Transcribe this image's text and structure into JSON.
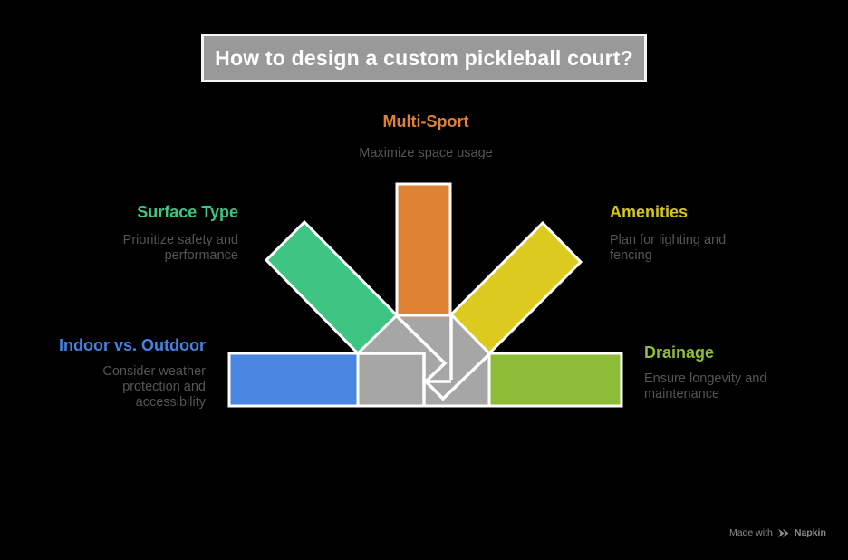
{
  "title": "How to design a custom pickleball court?",
  "sections": [
    {
      "id": "multi-sport",
      "label": "Multi-Sport",
      "description": "Maximize space usage",
      "color": "#DE8233"
    },
    {
      "id": "surface-type",
      "label": "Surface Type",
      "description": "Prioritize safety and performance",
      "color": "#3EC483"
    },
    {
      "id": "amenities",
      "label": "Amenities",
      "description": "Plan for lighting and fencing",
      "color": "#D5C41D"
    },
    {
      "id": "indoor-vs-outdoor",
      "label": "Indoor vs. Outdoor",
      "description": "Consider weather protection and accessibility",
      "color": "#4484E4"
    },
    {
      "id": "drainage",
      "label": "Drainage",
      "description": "Ensure longevity and maintenance",
      "color": "#8FBC38"
    }
  ],
  "colors": {
    "background": "#000000",
    "arrow_gray": "#A6A6A6",
    "arrow_stroke": "#FFFFFF",
    "title_bg": "#999999",
    "title_border": "#F5F5F5",
    "title_text": "#FFFFFF",
    "description_text": "#555555",
    "badge_text": "#8A8A8A",
    "shaft_orange": "#DE8233",
    "shaft_green": "#3EC483",
    "shaft_yellow": "#DCCB1E",
    "shaft_blue": "#4A86E0",
    "shaft_lime": "#8FBC38"
  },
  "badge": {
    "made_with": "Made with",
    "brand": "Napkin",
    "logo_icon": "double-chevron"
  }
}
